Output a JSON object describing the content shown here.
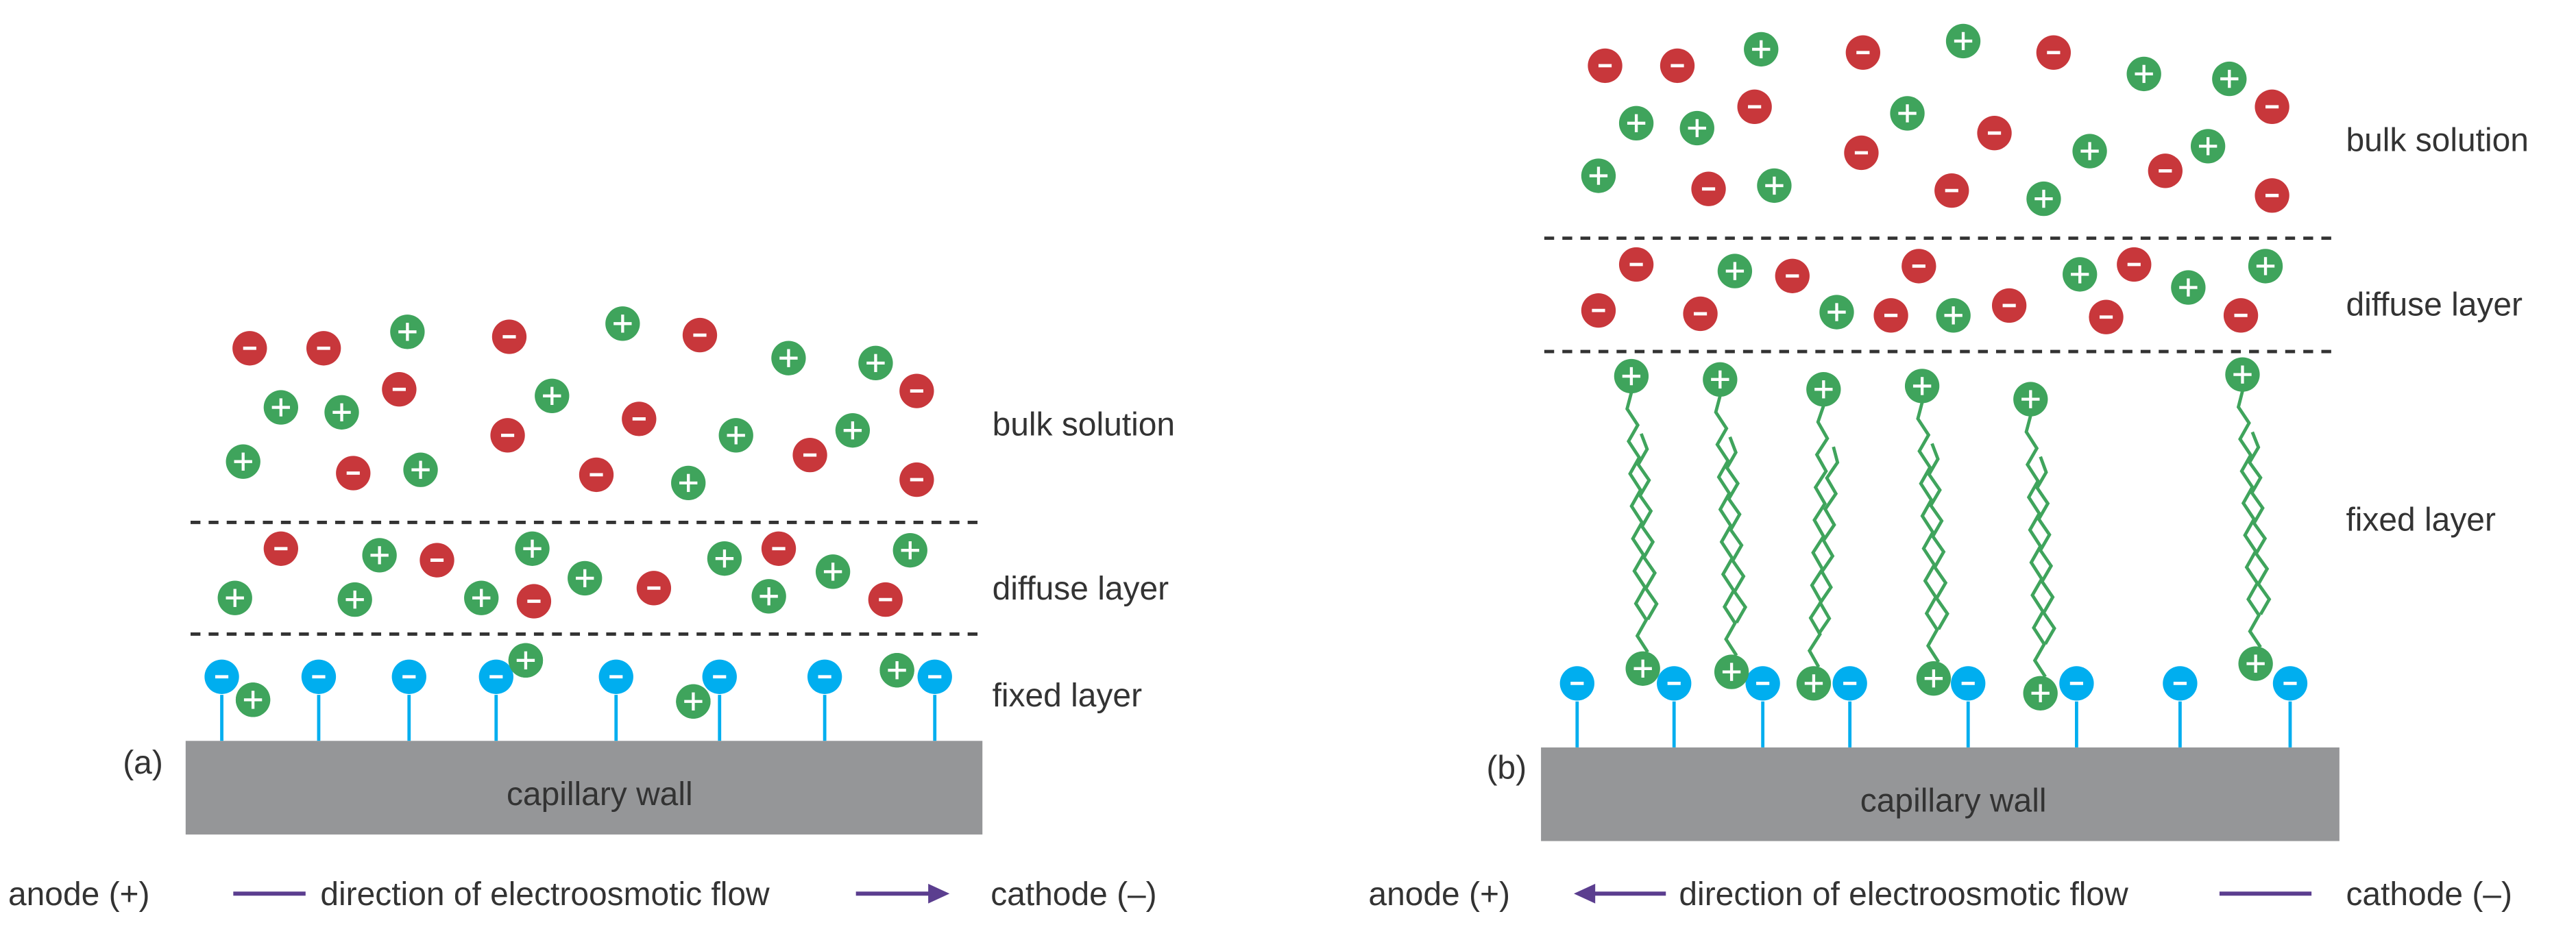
{
  "panels": [
    {
      "id": "a",
      "panel_label": "(a)",
      "layer_labels": {
        "bulk": "bulk solution",
        "diffuse": "diffuse layer",
        "fixed": "fixed layer"
      },
      "wall_label": "capillary wall",
      "flow": {
        "anode": "anode (+)",
        "cathode": "cathode (–)",
        "text": "direction of electroosmotic flow",
        "direction": "toward cathode"
      }
    },
    {
      "id": "b",
      "panel_label": "(b)",
      "layer_labels": {
        "bulk": "bulk solution",
        "diffuse": "diffuse layer",
        "fixed": "fixed layer"
      },
      "wall_label": "capillary wall",
      "flow": {
        "anode": "anode (+)",
        "cathode": "cathode (–)",
        "text": "direction of electroosmotic flow",
        "direction": "toward anode"
      }
    }
  ],
  "ion_signs": {
    "cation": "+",
    "anion": "−"
  },
  "colors": {
    "cation": "#3fa45c",
    "anion": "#c8373b",
    "wall_charge": "#00aeef",
    "wall": "#959698",
    "arrow": "#5b3e8f",
    "text": "#333333",
    "dash": "#333333"
  }
}
